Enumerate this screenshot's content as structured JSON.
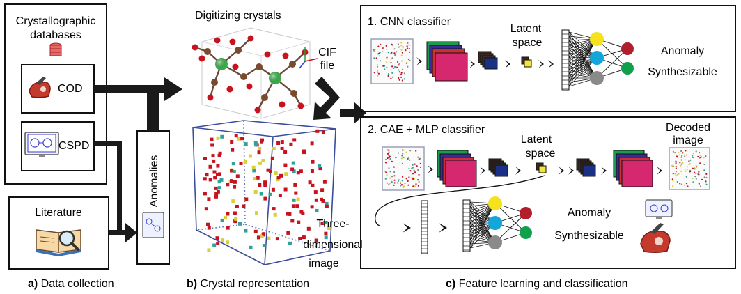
{
  "panel_a": {
    "title_line1": "Crystallographic",
    "title_line2": "databases",
    "cod_label": "COD",
    "cspd_label": "CSPD",
    "literature_label": "Literature",
    "anomalies_label": "Anomalies",
    "caption_letter": "a)",
    "caption_text": " Data collection"
  },
  "panel_b": {
    "title": "Digitizing crystals",
    "cif_line1": "CIF",
    "cif_line2": "file",
    "image_line1": "Three-",
    "image_line2": "dimensional",
    "image_line3": "image",
    "caption_letter": "b)",
    "caption_text": " Crystal representation"
  },
  "panel_c": {
    "cnn_title": "1. CNN classifier",
    "latent_line1": "Latent",
    "latent_line2": "space",
    "anomaly_label": "Anomaly",
    "synth_label": "Synthesizable",
    "cae_title": "2. CAE + MLP classifier",
    "cae_latent_line1": "Latent",
    "cae_latent_line2": "space",
    "decoded_line1": "Decoded",
    "decoded_line2": "image",
    "mlp_anomaly_label": "Anomaly",
    "mlp_synth_label": "Synthesizable",
    "caption_letter": "c)",
    "caption_text": " Feature learning and classification"
  },
  "colors": {
    "feature_map_front": "#d6286f",
    "feature_map_layers": [
      "#1d9a4a",
      "#3a2a9c",
      "#c92f33"
    ],
    "small_map_front": "#1a2f86",
    "latent_front": "#f2e63b",
    "node_yellow": "#f5e21c",
    "node_cyan": "#14a6d9",
    "node_gray": "#8a8a8a",
    "node_red": "#b31e2c",
    "node_green": "#10a049",
    "atom_red": "#c7121f",
    "atom_brown": "#7a4a2e",
    "atom_green": "#39b54a",
    "cube_edge": "#3b4d9a"
  }
}
